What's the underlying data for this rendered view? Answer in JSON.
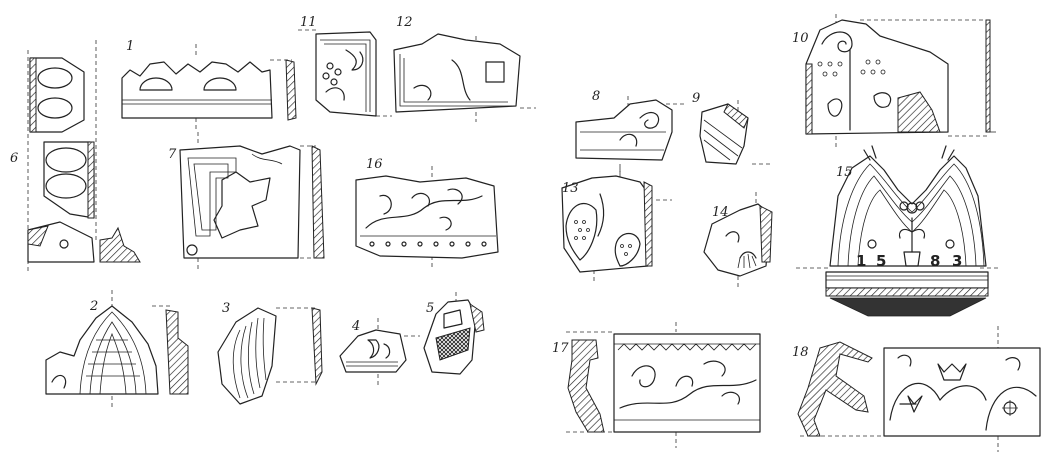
{
  "figure_labels": {
    "f1": "1",
    "f2": "2",
    "f3": "3",
    "f4": "4",
    "f5": "5",
    "f6": "6",
    "f7": "7",
    "f8": "8",
    "f9": "9",
    "f10": "10",
    "f11": "11",
    "f12": "12",
    "f13": "13",
    "f14": "14",
    "f15": "15",
    "f16": "16",
    "f17": "17",
    "f18": "18"
  },
  "inscription_15": {
    "d1": "1",
    "d2": "5",
    "d3": "8",
    "d4": "3"
  },
  "style": {
    "ink": "#222222",
    "paper": "#ffffff"
  }
}
